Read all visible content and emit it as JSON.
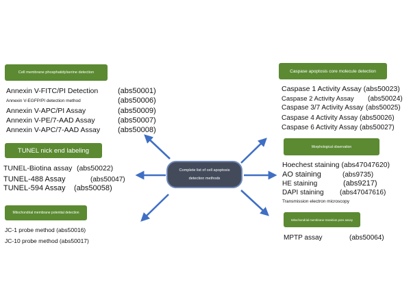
{
  "center": {
    "line1": "Complete list of cell apoptosis",
    "line2": "detection methods"
  },
  "colors": {
    "header_green": "#5b8a32",
    "center_fill": "#434b5b",
    "arrow_blue": "#3f6fc4"
  },
  "left": {
    "membrane": {
      "title": "Cell membrane phosphatidylserine detection",
      "items": [
        {
          "label": "Annexin V-FITC/PI Detection",
          "code": "(abs50001)"
        },
        {
          "label": "Annexin V-EGFP/PI detection method",
          "code": "(abs50006)"
        },
        {
          "label": "Annexin V-APC/PI Assay",
          "code": "(abs50009)"
        },
        {
          "label": "Annexin V-PE/7-AAD Assay",
          "code": "(abs50007)"
        },
        {
          "label": "Annexin V-APC/7-AAD Assay",
          "code": "(abs50008)"
        }
      ]
    },
    "tunel": {
      "title": "TUNEL nick end labeling",
      "items": [
        {
          "label": "TUNEL-Biotina assay",
          "code": "(abs50022)"
        },
        {
          "label": "TUNEL-488 Assay",
          "code": "(abs50047)"
        },
        {
          "label": "TUNEL-594 Assay",
          "code": "(abs50058)"
        }
      ]
    },
    "mito": {
      "title": "Mitochondrial membrane potential detection",
      "items": [
        {
          "label": "JC-1 probe method (abs50016)"
        },
        {
          "label": "JC-10 probe method (abs50017)"
        }
      ]
    }
  },
  "right": {
    "caspase": {
      "title": "Caspase apoptosis core molecule detection",
      "items": [
        {
          "label": "Caspase 1 Activity Assay (abs50023)"
        },
        {
          "label": "Caspase 2 Activity Assay",
          "code": "(abs50024)"
        },
        {
          "label": "Caspase 3/7 Activity Assay",
          "code": "(abs50025)"
        },
        {
          "label": "Caspase 4 Activity Assay (abs50026)"
        },
        {
          "label": "Caspase 6 Activity Assay (abs50027)"
        }
      ]
    },
    "morph": {
      "title": "Morphological observation",
      "items": [
        {
          "label": "Hoechest staining (abs47047620)"
        },
        {
          "label": "AO staining",
          "code": "(abs9735)"
        },
        {
          "label": "HE staining",
          "code": "(abs9217)"
        },
        {
          "label": "DAPI staining",
          "code": "(abs47047616)"
        },
        {
          "label": "Transmission electron microscopy"
        }
      ]
    },
    "mptp": {
      "title": "Mitochondrial membrane transition pore assay",
      "items": [
        {
          "label": "MPTP assay",
          "code": "(abs50064)"
        }
      ]
    }
  }
}
